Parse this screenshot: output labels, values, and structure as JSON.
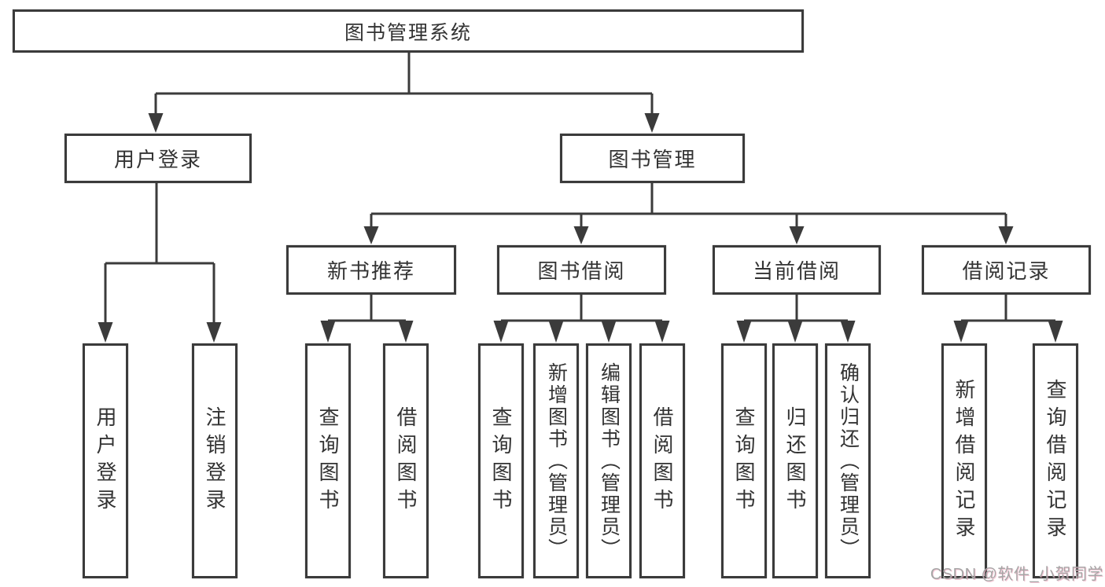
{
  "tree": {
    "root": {
      "label": "图书管理系统",
      "children": [
        {
          "label": "用户登录",
          "children": [
            {
              "label": "用户登录"
            },
            {
              "label": "注销登录"
            }
          ]
        },
        {
          "label": "图书管理",
          "children": [
            {
              "label": "新书推荐",
              "children": [
                {
                  "label": "查询图书"
                },
                {
                  "label": "借阅图书"
                }
              ]
            },
            {
              "label": "图书借阅",
              "children": [
                {
                  "label": "查询图书"
                },
                {
                  "label": "新增图书（管理员）"
                },
                {
                  "label": "编辑图书（管理员）"
                },
                {
                  "label": "借阅图书"
                }
              ]
            },
            {
              "label": "当前借阅",
              "children": [
                {
                  "label": "查询图书"
                },
                {
                  "label": "归还图书"
                },
                {
                  "label": "确认归还（管理员）"
                }
              ]
            },
            {
              "label": "借阅记录",
              "children": [
                {
                  "label": "新增借阅记录"
                },
                {
                  "label": "查询借阅记录"
                }
              ]
            }
          ]
        }
      ]
    }
  },
  "watermark": {
    "text": "CSDN @软件_小贺同学"
  },
  "colors": {
    "line": "#3b3b3b",
    "box_border": "#3b3b3b",
    "box_background": "#ffffff",
    "text": "#333333",
    "watermark": "#a6a6a6"
  }
}
